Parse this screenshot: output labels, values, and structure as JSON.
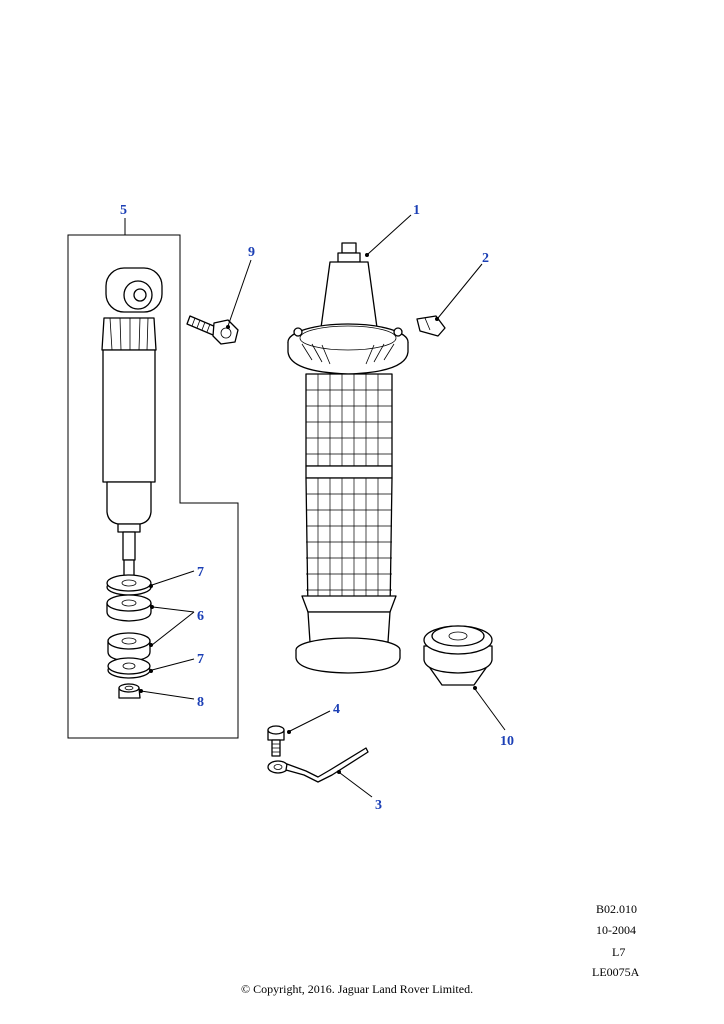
{
  "diagram": {
    "callouts": [
      {
        "id": "c1",
        "label": "1"
      },
      {
        "id": "c2",
        "label": "2"
      },
      {
        "id": "c3",
        "label": "3"
      },
      {
        "id": "c4",
        "label": "4"
      },
      {
        "id": "c5",
        "label": "5"
      },
      {
        "id": "c6",
        "label": "6"
      },
      {
        "id": "c7a",
        "label": "7"
      },
      {
        "id": "c7b",
        "label": "7"
      },
      {
        "id": "c8",
        "label": "8"
      },
      {
        "id": "c9",
        "label": "9"
      },
      {
        "id": "c10",
        "label": "10"
      }
    ],
    "callout_color": "#1b3fb5"
  },
  "footer": {
    "ref_code": "B02.010",
    "date": "10-2004",
    "level": "L7",
    "illustration_code": "LE0075A",
    "copyright": "© Copyright, 2016. Jaguar Land Rover Limited."
  }
}
